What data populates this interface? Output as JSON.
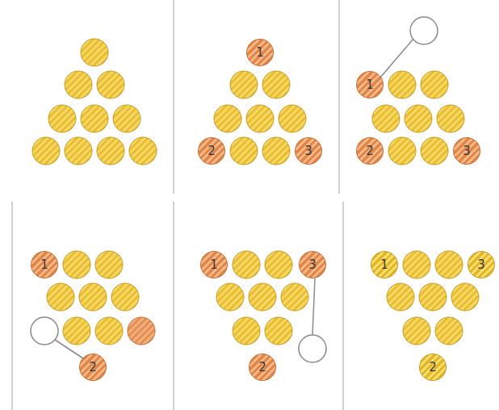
{
  "diagram": {
    "nodes": [
      {
        "text": [
          "1"
        ]
      },
      {
        "text": [
          "2"
        ]
      },
      {
        "text": [
          "3"
        ]
      },
      {
        "text": [
          "1"
        ]
      },
      {
        "text": [
          "2"
        ]
      },
      {
        "text": [
          "3"
        ]
      },
      {
        "text": [
          "1"
        ]
      },
      {
        "text": [
          "2"
        ]
      },
      {
        "text": [
          "1"
        ]
      },
      {
        "text": [
          "3"
        ]
      },
      {
        "text": [
          "2"
        ]
      },
      {
        "text": [
          "1"
        ]
      },
      {
        "text": [
          "3"
        ]
      },
      {
        "text": [
          "2"
        ]
      }
    ]
  }
}
